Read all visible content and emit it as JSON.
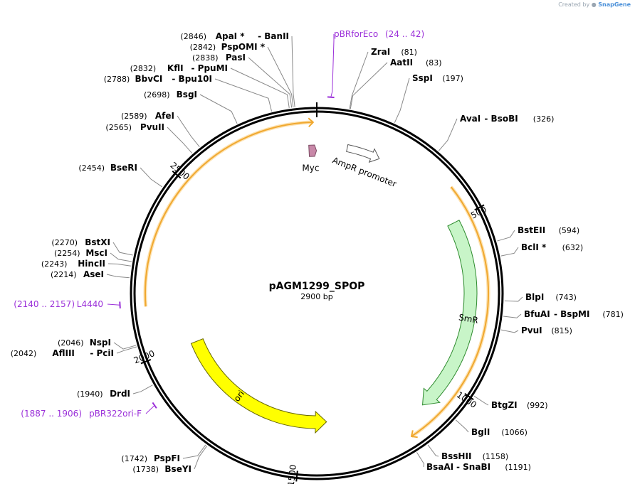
{
  "watermark": {
    "created_by": "Created by",
    "brand": "SnapGene"
  },
  "plasmid": {
    "name": "pAGM1299_SPOP",
    "length_label": "2900 bp",
    "length": 2900
  },
  "colors": {
    "backbone": "#000000",
    "orf": "#f0a830",
    "smr_fill": "#c8f5c8",
    "smr_stroke": "#2e8b2e",
    "ori_fill": "#ffff00",
    "ori_stroke": "#666600",
    "promoter_fill": "#ffffff",
    "myc_fill": "#c888a8",
    "primer": "#9b30d9",
    "leader": "#888888"
  },
  "ticks": [
    {
      "pos": 500,
      "label": "500"
    },
    {
      "pos": 1000,
      "label": "1000"
    },
    {
      "pos": 1500,
      "label": "1500"
    },
    {
      "pos": 2000,
      "label": "2000"
    },
    {
      "pos": 2500,
      "label": "2500"
    }
  ],
  "features": [
    {
      "name": "SmR",
      "type": "arrow",
      "start": 505,
      "end": 1100,
      "color": "smr"
    },
    {
      "name": "ori",
      "type": "arrow",
      "start": 1415,
      "end": 2000,
      "direction": "reverse",
      "color": "ori"
    },
    {
      "name": "AmpR promoter",
      "type": "promoter",
      "start": 95,
      "end": 200
    },
    {
      "name": "Myc",
      "type": "small",
      "start": 2880,
      "end": 2895
    }
  ],
  "orfs": [
    {
      "start": 415,
      "end": 1180,
      "direction": "forward"
    },
    {
      "start": 2140,
      "end": 2890,
      "direction": "forward"
    }
  ],
  "primers": [
    {
      "label": "pBRforEco",
      "range": "(24 .. 42)",
      "side": "right",
      "pos": 33
    },
    {
      "label": "L4440",
      "range": "(2140 .. 2157)",
      "side": "left",
      "pos": 2148
    },
    {
      "label": "pBR322ori-F",
      "range": "(1887 .. 1906)",
      "side": "left",
      "pos": 1896
    }
  ],
  "sites_right": [
    {
      "name": "ZraI",
      "pos": "(81)",
      "at": 81,
      "suffix": ""
    },
    {
      "name": "AatII",
      "pos": "(83)",
      "at": 83,
      "suffix": ""
    },
    {
      "name": "SspI",
      "pos": "(197)",
      "at": 197,
      "suffix": ""
    },
    {
      "name": "AvaI",
      "pos": "(326)",
      "at": 326,
      "suffix": " - BsoBI"
    },
    {
      "name": "BstEII",
      "pos": "(594)",
      "at": 594,
      "suffix": ""
    },
    {
      "name": "BclI *",
      "pos": "(632)",
      "at": 632,
      "suffix": ""
    },
    {
      "name": "BlpI",
      "pos": "(743)",
      "at": 743,
      "suffix": ""
    },
    {
      "name": "BfuAI",
      "pos": "(781)",
      "at": 781,
      "suffix": " - BspMI"
    },
    {
      "name": "PvuI",
      "pos": "(815)",
      "at": 815,
      "suffix": ""
    },
    {
      "name": "BtgZI",
      "pos": "(992)",
      "at": 992,
      "suffix": ""
    },
    {
      "name": "BglI",
      "pos": "(1066)",
      "at": 1066,
      "suffix": ""
    },
    {
      "name": "BssHII",
      "pos": "(1158)",
      "at": 1158,
      "suffix": ""
    },
    {
      "name": "BsaAI",
      "pos": "(1191)",
      "at": 1191,
      "suffix": " - SnaBI"
    }
  ],
  "sites_left": [
    {
      "name": "ApaI *",
      "pos": "(2846)",
      "at": 2846,
      "suffix": " - BanII"
    },
    {
      "name": "PspOMI *",
      "pos": "(2842)",
      "at": 2842,
      "suffix": ""
    },
    {
      "name": "PasI",
      "pos": "(2838)",
      "at": 2838,
      "suffix": ""
    },
    {
      "name": "KflI",
      "pos": "(2832)",
      "at": 2832,
      "suffix": " - PpuMI"
    },
    {
      "name": "BbvCI",
      "pos": "(2788)",
      "at": 2788,
      "suffix": " - Bpu10I"
    },
    {
      "name": "BsgI",
      "pos": "(2698)",
      "at": 2698,
      "suffix": ""
    },
    {
      "name": "AfeI",
      "pos": "(2589)",
      "at": 2589,
      "suffix": ""
    },
    {
      "name": "PvuII",
      "pos": "(2565)",
      "at": 2565,
      "suffix": ""
    },
    {
      "name": "BseRI",
      "pos": "(2454)",
      "at": 2454,
      "suffix": ""
    },
    {
      "name": "BstXI",
      "pos": "(2270)",
      "at": 2270,
      "suffix": ""
    },
    {
      "name": "MscI",
      "pos": "(2254)",
      "at": 2254,
      "suffix": ""
    },
    {
      "name": "HincII",
      "pos": "(2243)",
      "at": 2243,
      "suffix": ""
    },
    {
      "name": "AseI",
      "pos": "(2214)",
      "at": 2214,
      "suffix": ""
    },
    {
      "name": "NspI",
      "pos": "(2046)",
      "at": 2046,
      "suffix": ""
    },
    {
      "name": "AflIII",
      "pos": "(2042)",
      "at": 2042,
      "suffix": " - PciI"
    },
    {
      "name": "DrdI",
      "pos": "(1940)",
      "at": 1940,
      "suffix": ""
    },
    {
      "name": "PspFI",
      "pos": "(1742)",
      "at": 1742,
      "suffix": ""
    },
    {
      "name": "BseYI",
      "pos": "(1738)",
      "at": 1738,
      "suffix": ""
    }
  ]
}
